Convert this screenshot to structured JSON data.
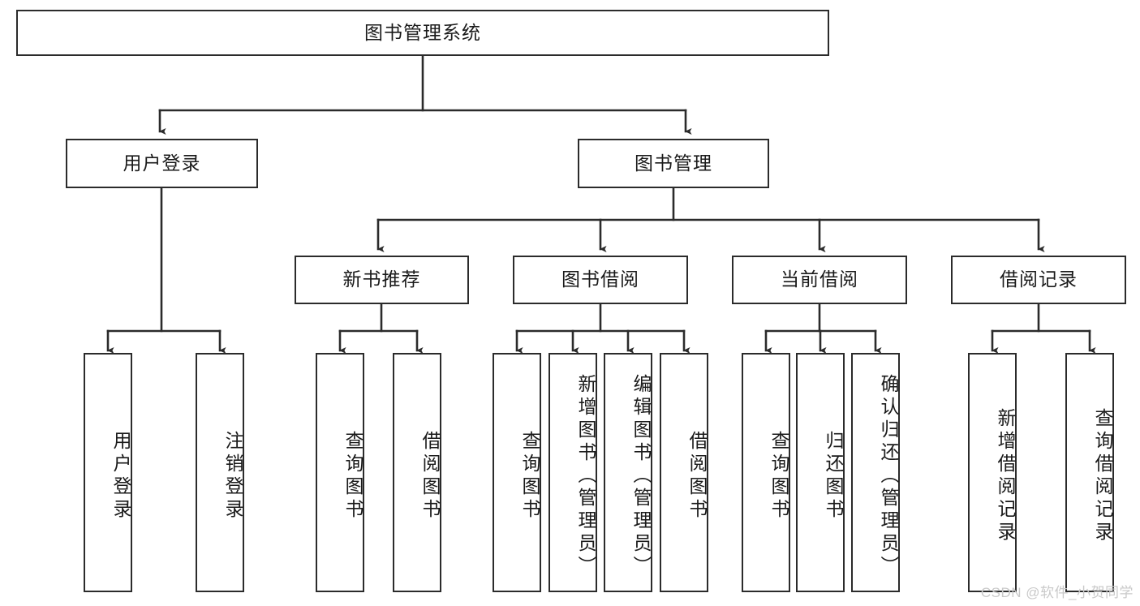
{
  "diagram": {
    "title": "图书管理系统",
    "type": "hierarchy-tree",
    "watermark": "CSDN @软件_小贺同学",
    "colors": {
      "box_border": "#2b2b2b",
      "box_fill": "#ffffff",
      "connector": "#2b2b2b",
      "text": "#1a1a1a",
      "watermark": "#c9c9c9"
    },
    "levels": {
      "root": {
        "label": "图书管理系统"
      },
      "level2": [
        {
          "label": "用户登录"
        },
        {
          "label": "图书管理"
        }
      ],
      "level3": [
        {
          "label": "新书推荐"
        },
        {
          "label": "图书借阅"
        },
        {
          "label": "当前借阅"
        },
        {
          "label": "借阅记录"
        }
      ],
      "leaves": {
        "user_login": [
          {
            "label": "用户登录"
          },
          {
            "label": "注销登录"
          }
        ],
        "new_book_recommend": [
          {
            "label": "查询图书"
          },
          {
            "label": "借阅图书"
          }
        ],
        "book_borrow": [
          {
            "label": "查询图书"
          },
          {
            "label": "新增图书（管理员）"
          },
          {
            "label": "编辑图书（管理员）"
          },
          {
            "label": "借阅图书"
          }
        ],
        "current_borrow": [
          {
            "label": "查询图书"
          },
          {
            "label": "归还图书"
          },
          {
            "label": "确认归还（管理员）"
          }
        ],
        "borrow_record": [
          {
            "label": "新增借阅记录"
          },
          {
            "label": "查询借阅记录"
          }
        ]
      }
    }
  }
}
